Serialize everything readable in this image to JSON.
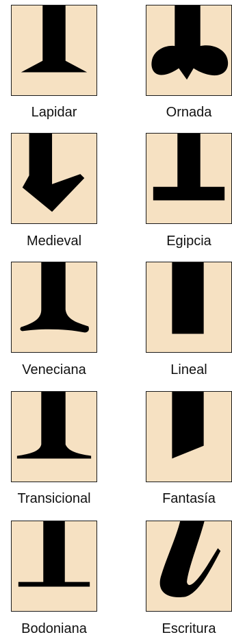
{
  "style_colors": {
    "tile_background": "#f6e1c2",
    "tile_border": "#1a1a1a",
    "glyph": "#000000"
  },
  "serifs": [
    {
      "name": "Lapidar",
      "icon": "lapidar-serif-icon"
    },
    {
      "name": "Ornada",
      "icon": "ornada-serif-icon"
    },
    {
      "name": "Medieval",
      "icon": "medieval-serif-icon"
    },
    {
      "name": "Egipcia",
      "icon": "egipcia-serif-icon"
    },
    {
      "name": "Veneciana",
      "icon": "veneciana-serif-icon"
    },
    {
      "name": "Lineal",
      "icon": "lineal-serif-icon"
    },
    {
      "name": "Transicional",
      "icon": "transicional-serif-icon"
    },
    {
      "name": "Fantasía",
      "icon": "fantasia-serif-icon"
    },
    {
      "name": "Bodoniana",
      "icon": "bodoniana-serif-icon"
    },
    {
      "name": "Escritura",
      "icon": "escritura-serif-icon"
    }
  ]
}
